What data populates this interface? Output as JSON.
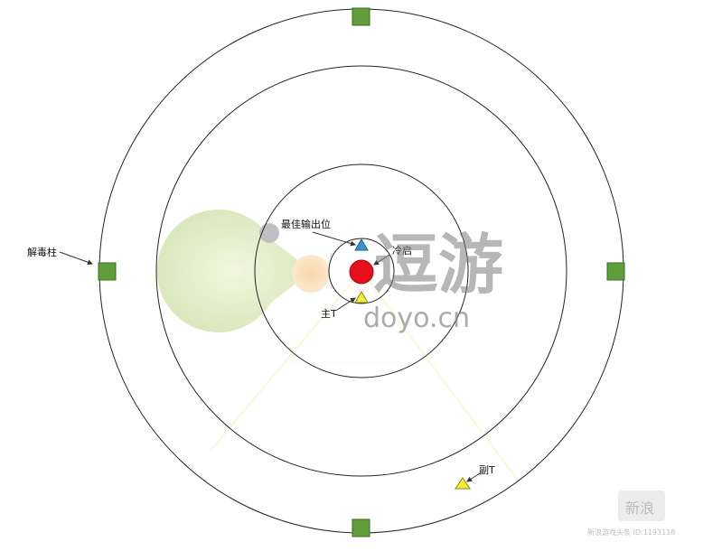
{
  "labels": {
    "antidote_pillar": "解毒柱",
    "best_dps_position": "最佳输出位",
    "cooldown": "冷启",
    "main_tank": "主T",
    "off_tank": "副T"
  },
  "watermark": {
    "brand_cn": "逗游",
    "brand_url": "doyo.cn",
    "corner_badge": "新浪",
    "corner_caption": "新浪游戏头条  ID:1193118"
  },
  "colors": {
    "pillar": "#5f9e3a",
    "boss": "#e8101a",
    "best_dps_marker": "#3a93cf",
    "tank_marker": "#f2ee38",
    "ring_stroke": "#222222"
  },
  "icons": {
    "pillar": "square",
    "boss": "circle",
    "best_dps_marker": "triangle",
    "main_tank_marker": "triangle",
    "off_tank_marker": "triangle",
    "watermark_logo": "pacman-circle"
  }
}
